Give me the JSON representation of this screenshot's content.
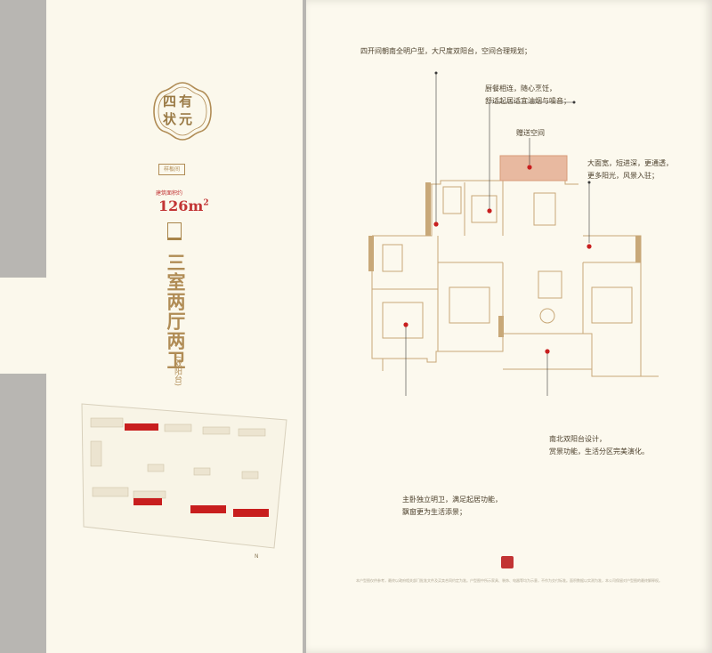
{
  "brand": {
    "seal_chars": [
      "四",
      "有",
      "状",
      "元"
    ],
    "color_gold": "#b08c55",
    "color_red": "#c23434"
  },
  "unit": {
    "tag": "样板间",
    "area_label": "建筑面积约",
    "area_number": "126",
    "area_unit": "m",
    "area_sup": "2",
    "title": "三室两厅两卫",
    "subtitle": "(双阳台)"
  },
  "siteplan": {
    "north_label": "N"
  },
  "callouts": {
    "c1": "四开间朝南全明户型，大尺度双阳台，空间合理规划；",
    "c2_line1": "厨餐相连，随心烹饪，",
    "c2_line2": "舒适起居适宜油烟与噪音；",
    "c3": "赠送空间",
    "c4_line1": "大面宽，短进深，更通透，",
    "c4_line2": "更多阳光，风景入驻；",
    "c5_line1": "南北双阳台设计，",
    "c5_line2": "赏景功能，生活分区完美演化。",
    "c6_line1": "主卧独立明卫，满足起居功能，",
    "c6_line2": "飘窗更为生活添景；"
  },
  "disclaimer": "本户型图仅供参考，最终以政府相关部门批准文件及买卖合同约定为准。户型图中所示家具、装饰、电器等均为示意，不作为交付标准。面积数据以实测为准，本公司保留对户型图的最终解释权。"
}
